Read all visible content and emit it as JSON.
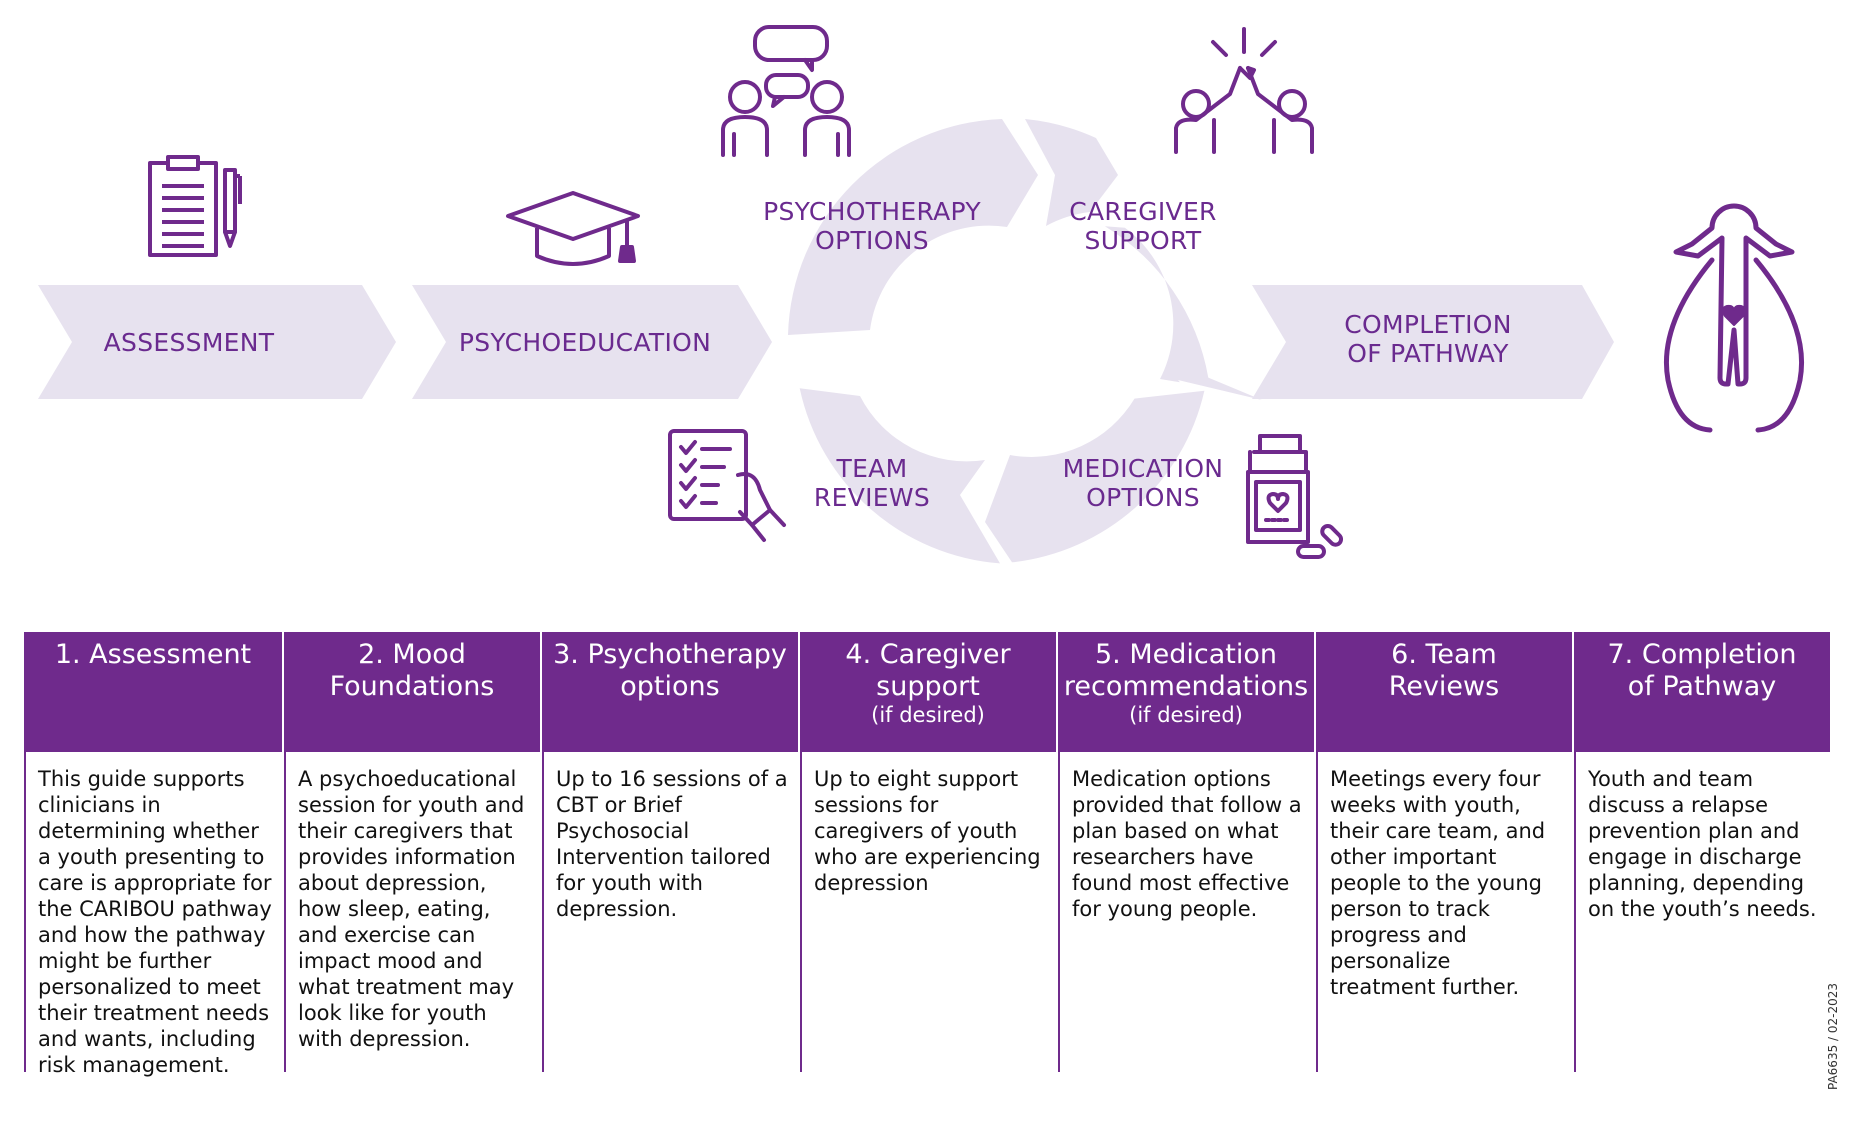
{
  "diagram": {
    "flow_labels": {
      "assessment": [
        "ASSESSMENT"
      ],
      "psychoeducation": [
        "PSYCHOEDUCATION"
      ],
      "psychotherapy": [
        "PSYCHOTHERAPY",
        "OPTIONS"
      ],
      "caregiver": [
        "CAREGIVER",
        "SUPPORT"
      ],
      "team_reviews": [
        "TEAM",
        "REVIEWS"
      ],
      "medication": [
        "MEDICATION",
        "OPTIONS"
      ],
      "completion": [
        "COMPLETION",
        "OF PATHWAY"
      ]
    },
    "colors": {
      "purple": "#6f2a8c",
      "arrow_fill": "#e7e2ef",
      "text": "#6a2a8f"
    },
    "icons": [
      "clipboard-icon",
      "graduation-cap-icon",
      "conversation-icon",
      "high-five-icon",
      "checklist-icon",
      "medication-bottle-icon",
      "person-heart-icon"
    ]
  },
  "steps": [
    {
      "title": "1. Assessment",
      "subtitle": "",
      "text": "This guide supports clinicians in determining whether a youth presenting to care is appropriate for the CARIBOU pathway and how the pathway might be further personalized to meet their treatment needs and wants, including risk management."
    },
    {
      "title": "2. Mood\nFoundations",
      "subtitle": "",
      "text": "A psychoeducational session for youth and their caregivers that provides information about depression, how sleep, eating, and exercise can impact mood and what treatment may look like for youth with depression."
    },
    {
      "title": "3. Psychotherapy\noptions",
      "subtitle": "",
      "text": "Up to 16 sessions of a CBT or Brief Psychosocial Intervention tailored for youth with depression."
    },
    {
      "title": "4. Caregiver\nsupport",
      "subtitle": "(if desired)",
      "text": "Up to eight support sessions for caregivers of youth who are experiencing depression"
    },
    {
      "title": "5. Medication\nrecommendations",
      "subtitle": "(if desired)",
      "text": "Medication options provided that follow a plan based on what researchers have found most effective for young people."
    },
    {
      "title": "6. Team\nReviews",
      "subtitle": "",
      "text": "Meetings every four weeks with youth, their care team, and other important people to the young person to track progress and personalize treatment further."
    },
    {
      "title": "7. Completion\nof Pathway",
      "subtitle": "",
      "text": "Youth and team discuss a relapse prevention plan and engage in discharge planning, depending on the youth’s needs."
    }
  ],
  "footer": {
    "code": "PA6635 / 02-2023"
  }
}
